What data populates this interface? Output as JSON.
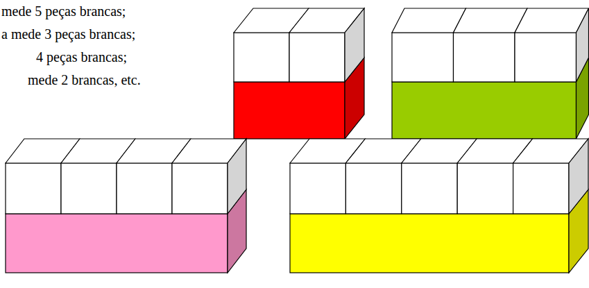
{
  "diagram": {
    "labels": [
      "mede 5 peças brancas;",
      "a mede 3 peças brancas;",
      "4 peças brancas;",
      "mede 2 brancas, etc."
    ]
  }
}
